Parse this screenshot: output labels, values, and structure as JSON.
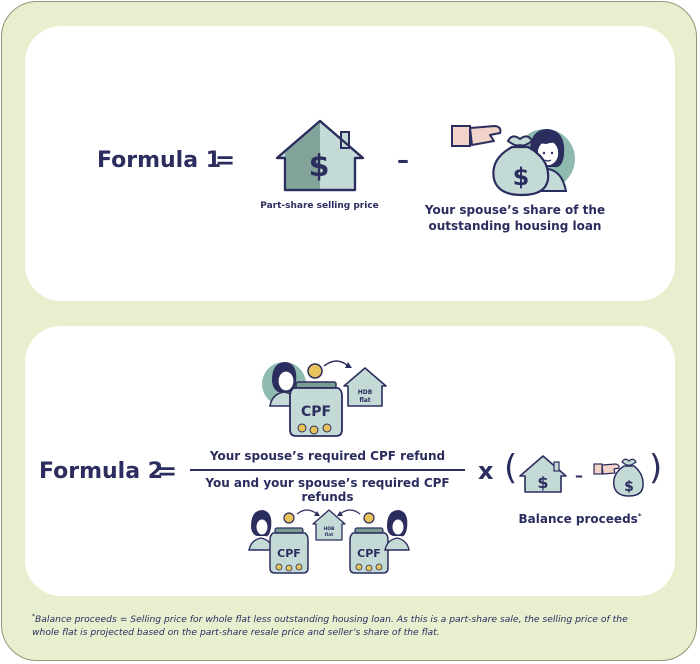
{
  "formula1": {
    "label": "Formula 1",
    "equals": "=",
    "minus": "–",
    "house_caption": "Part-share selling price",
    "spouse_caption_line1": "Your spouse’s share of the",
    "spouse_caption_line2": "outstanding housing loan"
  },
  "formula2": {
    "label": "Formula 2",
    "equals": "=",
    "numerator": "Your spouse’s required CPF refund",
    "denominator": "You and your spouse’s required CPF refunds",
    "times": "x",
    "paren_open": "(",
    "paren_close": ")",
    "minus": "–",
    "balance_caption": "Balance proceeds",
    "balance_mark": "*",
    "jar_label": "CPF",
    "hdb_label_line1": "HDB",
    "hdb_label_line2": "flat",
    "dollar": "$"
  },
  "footnote": {
    "mark": "*",
    "text": "Balance proceeds = Selling price for whole flat less outstanding housing loan. As this is a part-share sale, the selling price of the whole flat is projected based on the part-share resale price and seller’s share of the flat."
  },
  "colors": {
    "frame_bg": "#e7efcf",
    "navy": "#2b2d5e",
    "sage_light": "#c4dad6",
    "sage_dark": "#7b9c93",
    "teal_bg": "#8fbab0",
    "skin": "#f2d3c9",
    "gold": "#e6c35b"
  }
}
